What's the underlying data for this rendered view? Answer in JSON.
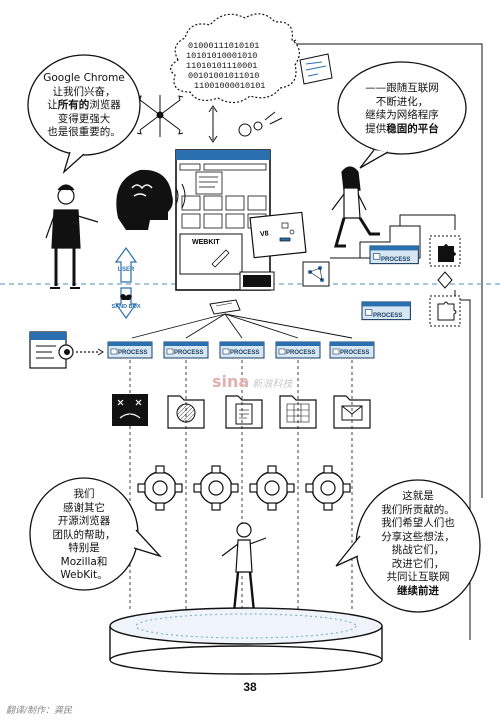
{
  "bubbles": {
    "top_left": {
      "line1": "Google Chrome",
      "line2": "让我们兴奋，",
      "line3_pre": "让",
      "line3_bold": "所有的",
      "line3_post": "浏览器",
      "line4": "变得更强大",
      "line5": "也是很重要的。"
    },
    "top_right": {
      "line1": "——跟随互联网",
      "line2": "不断进化，",
      "line3": "继续为网络程序",
      "line4_pre": "提供",
      "line4_bold": "稳固的平台"
    },
    "bottom_left": {
      "line1": "我们",
      "line2": "感谢其它",
      "line3": "开源浏览器",
      "line4": "团队的帮助，",
      "line5": "特别是",
      "line6": "Mozilla和",
      "line7": "WebKit。"
    },
    "bottom_right": {
      "line1": "这就是",
      "line2": "我们所贡献的。",
      "line3": "我们希望人们也",
      "line4": "分享这些想法，",
      "line5": "挑战它们，",
      "line6": "改进它们，",
      "line7": "共同让互联网",
      "line8_bold": "继续前进"
    }
  },
  "binary_cloud": {
    "rows": [
      "01000111010101",
      "10101010001010",
      "11010101110001",
      "00101001011010",
      "11001000010101"
    ]
  },
  "browser": {
    "webkit_label": "WEBKIT",
    "v8_label": "V8"
  },
  "sandbox": {
    "user_label": "USER",
    "sandbox_label": "SAND BOX"
  },
  "process_label": "PROCESS",
  "watermark": {
    "logo": "sina",
    "text": "新浪科技"
  },
  "page_number": "38",
  "credit": "翻译/制作：龚民",
  "colors": {
    "accent_blue": "#2a6fb0",
    "dashed_line": "#6fa8c8",
    "process_fill": "#d6e6f3"
  },
  "icons": [
    "binary-cloud",
    "brain-head-icon",
    "crashed-tab-icon",
    "refresh-folder-icon",
    "document-folder-icon",
    "calendar-folder-icon",
    "mail-folder-icon",
    "gear-icon",
    "puzzle-icon",
    "network-hub-icon",
    "eye-document-icon"
  ]
}
